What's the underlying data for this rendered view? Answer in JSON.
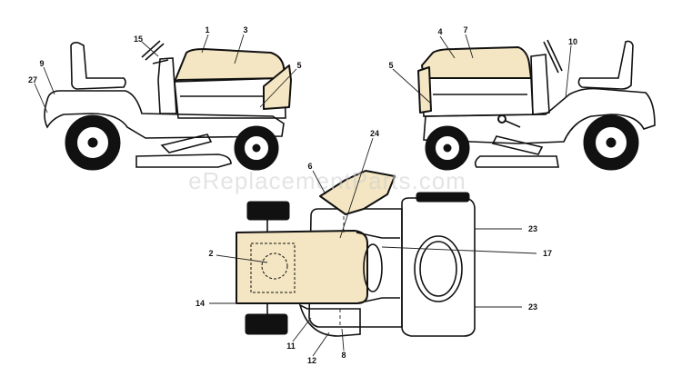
{
  "watermark": "eReplacementParts.com",
  "colors": {
    "decal_fill": "#f4e6c2",
    "outline": "#111111"
  },
  "callouts": {
    "left_view": [
      "1",
      "3",
      "15",
      "5",
      "9",
      "27"
    ],
    "right_view": [
      "4",
      "7",
      "10",
      "5"
    ],
    "top_view": [
      "6",
      "24",
      "23",
      "17",
      "23",
      "2",
      "14",
      "11",
      "12",
      "8"
    ]
  }
}
